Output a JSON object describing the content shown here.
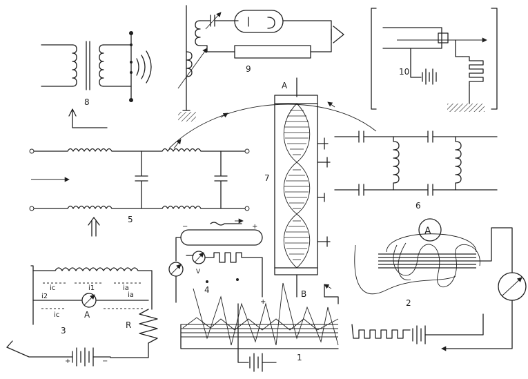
{
  "labels": {
    "fig1": "1",
    "fig2": "2",
    "fig3": "3",
    "fig4": "4",
    "fig5": "5",
    "fig6": "6",
    "fig7": "7",
    "fig8": "8",
    "fig9": "9",
    "fig10": "10",
    "node_a_top": "A",
    "node_b": "B",
    "ammeter_a_fig3": "A",
    "ammeter_a_fig2": "A",
    "resistor_r": "R",
    "voltmeter_v": "V"
  },
  "currents": {
    "ic_top": "ic",
    "i1": "i1",
    "ia_top": "ia",
    "i2": "i2",
    "ic_bottom": "ic",
    "ia_bottom": "ia"
  },
  "polarity": {
    "fig4_minus": "−",
    "fig4_plus": "+",
    "fig4_plus_right": "+",
    "fig3_plus": "+",
    "fig3_minus": "−"
  },
  "colors": {
    "ink": "#1e1e1e",
    "paper": "#ffffff"
  }
}
